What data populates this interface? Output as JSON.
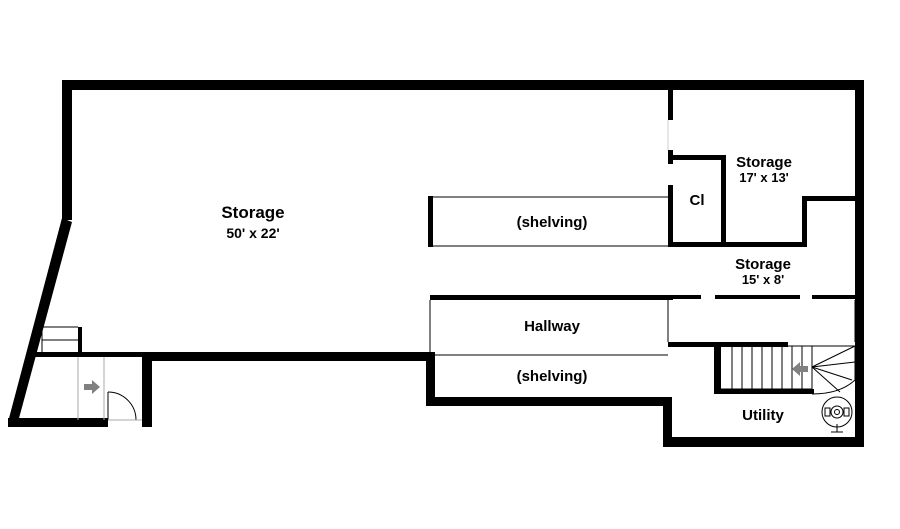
{
  "floor_plan": {
    "rooms": {
      "storage_main": {
        "name": "Storage",
        "dims": "50' x 22'"
      },
      "storage_ne": {
        "name": "Storage",
        "dims": "17' x 13'"
      },
      "storage_e": {
        "name": "Storage",
        "dims": "15' x 8'"
      },
      "closet": {
        "name": "Cl"
      },
      "hallway": {
        "name": "Hallway"
      },
      "shelving_upper": {
        "name": "(shelving)"
      },
      "shelving_lower": {
        "name": "(shelving)"
      },
      "utility": {
        "name": "Utility"
      }
    },
    "colors": {
      "wall": "#000000",
      "background": "#ffffff",
      "arrow": "#808080"
    },
    "icons": [
      "stair-arrow-icon",
      "water-heater-icon"
    ]
  }
}
